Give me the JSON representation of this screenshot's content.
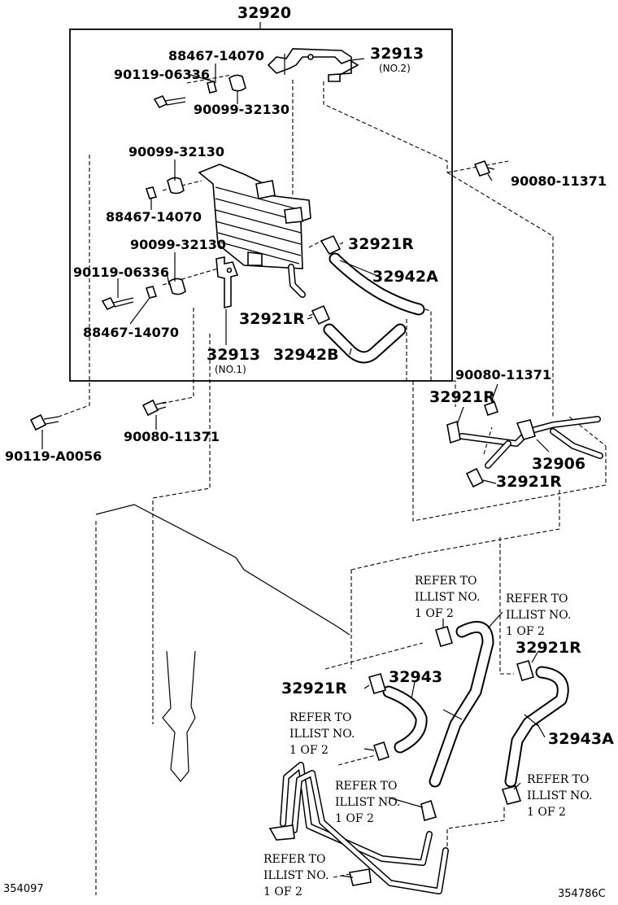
{
  "labels": {
    "assembly": "32920",
    "bracket_no2": "32913",
    "bracket_no2_sub": "(NO.2)",
    "bracket_no1": "32913",
    "bracket_no1_sub": "(NO.1)",
    "washer_a": "88467-14070",
    "washer_b": "88467-14070",
    "washer_c": "88467-14070",
    "bolt_a": "90119-06336",
    "bolt_b": "90119-06336",
    "bush_a": "90099-32130",
    "bush_b": "90099-32130",
    "bush_c": "90099-32130",
    "bolt_right_top": "90080-11371",
    "bolt_mid_right": "90080-11371",
    "bolt_left_mid": "90080-11371",
    "bolt_left_far": "90119-A0056",
    "clamp_1": "32921R",
    "clamp_2": "32921R",
    "clamp_3": "32921R",
    "clamp_4": "32921R",
    "clamp_5": "32921R",
    "clamp_6": "32921R",
    "hose_a": "32942A",
    "hose_b": "32942B",
    "pipe_32906": "32906",
    "hose_32943": "32943",
    "hose_32943a": "32943A",
    "corner_left": "354097",
    "corner_right": "354786C"
  },
  "refer_notes": [
    {
      "l1": "REFER TO",
      "l2": "ILLIST NO.",
      "l3": "1 OF 2"
    },
    {
      "l1": "REFER TO",
      "l2": "ILLIST NO.",
      "l3": "1 OF 2"
    },
    {
      "l1": "REFER TO",
      "l2": "ILLIST NO.",
      "l3": "1 OF 2"
    },
    {
      "l1": "REFER TO",
      "l2": "ILLIST NO.",
      "l3": "1 OF 2"
    },
    {
      "l1": "REFER TO",
      "l2": "ILLIST NO.",
      "l3": "1 OF 2"
    },
    {
      "l1": "REFER TO",
      "l2": "ILLIST NO.",
      "l3": "1 OF 2"
    }
  ]
}
